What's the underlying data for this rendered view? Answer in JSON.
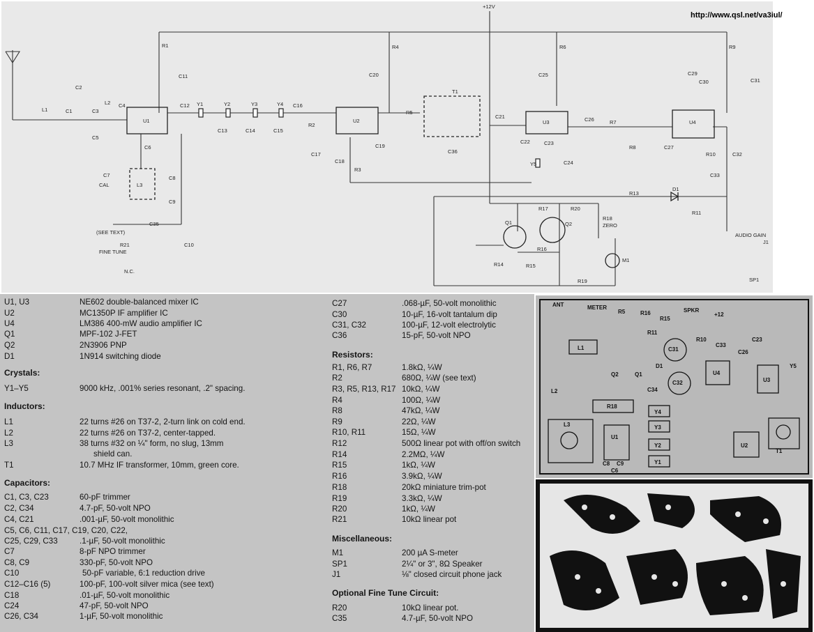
{
  "url": "http://www.qsl.net/va3iul/",
  "schematic": {
    "supply": "+12V",
    "ics": [
      "U1",
      "U2",
      "U3",
      "U4"
    ],
    "crystals": [
      "Y1",
      "Y2",
      "Y3",
      "Y4",
      "Y5"
    ],
    "inductors": [
      "L1",
      "L2",
      "L3"
    ],
    "transformer": "T1",
    "resistors": [
      "R1",
      "R2",
      "R3",
      "R4",
      "R5",
      "R6",
      "R7",
      "R8",
      "R9",
      "R10",
      "R11",
      "R13",
      "R14",
      "R15",
      "R16",
      "R17",
      "R18",
      "R19",
      "R20",
      "R21"
    ],
    "capacitors": [
      "C1",
      "C2",
      "C3",
      "C4",
      "C5",
      "C6",
      "C7",
      "C8",
      "C9",
      "C10",
      "C11",
      "C12",
      "C13",
      "C14",
      "C15",
      "C16",
      "C17",
      "C18",
      "C19",
      "C20",
      "C21",
      "C22",
      "C23",
      "C24",
      "C25",
      "C26",
      "C27",
      "C29",
      "C30",
      "C31",
      "C32",
      "C33",
      "C35",
      "C36"
    ],
    "transistors": [
      "Q1",
      "Q2"
    ],
    "diode": "D1",
    "meter": "M1",
    "speaker": "SP1",
    "jack": "J1",
    "c7_label": "CAL",
    "r21_note": "(SEE TEXT)",
    "r21_label": "FINE TUNE",
    "nc_label": "N.C.",
    "r18_label": "ZERO",
    "r12_label": "AUDIO GAIN"
  },
  "parts_left": {
    "semis": [
      {
        "ref": "U1, U3",
        "val": "NE602 double-balanced mixer IC"
      },
      {
        "ref": "U2",
        "val": "MC1350P IF amplifier IC"
      },
      {
        "ref": "U4",
        "val": "LM386 400-mW audio amplifier IC"
      },
      {
        "ref": "Q1",
        "val": "MPF-102 J-FET"
      },
      {
        "ref": "Q2",
        "val": "2N3906 PNP"
      },
      {
        "ref": "D1",
        "val": "1N914 switching diode"
      }
    ],
    "crystals_heading": "Crystals:",
    "crystals": [
      {
        "ref": "Y1–Y5",
        "val": "9000 kHz, .001% series resonant, .2\" spacing."
      }
    ],
    "inductors_heading": "Inductors:",
    "inductors": [
      {
        "ref": "L1",
        "val": "22 turns #26 on T37-2, 2-turn link on cold end."
      },
      {
        "ref": "L2",
        "val": "22 turns #26 on T37-2, center-tapped."
      },
      {
        "ref": "L3",
        "val": "38 turns #32 on ¼\" form, no slug, 13mm"
      },
      {
        "ref": "",
        "val": "shield can."
      },
      {
        "ref": "T1",
        "val": "10.7 MHz IF transformer, 10mm, green core."
      }
    ],
    "capacitors_heading": "Capacitors:",
    "capacitors": [
      {
        "ref": "C1, C3, C23",
        "val": "60-pF trimmer"
      },
      {
        "ref": "C2, C34",
        "val": "4.7-pF, 50-volt NPO"
      },
      {
        "ref": "C4, C21",
        "val": ".001-µF, 50-volt monolithic"
      },
      {
        "ref": "C5, C6, C11, C17, C19, C20, C22,",
        "val": ""
      },
      {
        "ref": "C25, C29, C33",
        "val": ".1-µF, 50-volt monolithic"
      },
      {
        "ref": "C7",
        "val": "8-pF NPO trimmer"
      },
      {
        "ref": "C8, C9",
        "val": "330-pF, 50-volt NPO"
      },
      {
        "ref": "C10",
        "val": "50-pF variable, 6:1 reduction drive"
      },
      {
        "ref": "C12–C16 (5)",
        "val": "100-pF, 100-volt silver mica (see text)"
      },
      {
        "ref": "C18",
        "val": ".01-µF, 50-volt monolithic"
      },
      {
        "ref": "C24",
        "val": "47-pF, 50-volt NPO"
      },
      {
        "ref": "C26, C34",
        "val": "1-µF, 50-volt monolithic"
      }
    ]
  },
  "parts_right": {
    "capacitors": [
      {
        "ref": "C27",
        "val": ".068-µF, 50-volt monolithic"
      },
      {
        "ref": "C30",
        "val": "10-µF, 16-volt tantalum dip"
      },
      {
        "ref": "C31, C32",
        "val": "100-µF, 12-volt electrolytic"
      },
      {
        "ref": "C36",
        "val": "15-pF, 50-volt NPO"
      }
    ],
    "resistors_heading": "Resistors:",
    "resistors": [
      {
        "ref": "R1, R6, R7",
        "val": "1.8kΩ, ¼W"
      },
      {
        "ref": "R2",
        "val": "680Ω, ¼W (see text)"
      },
      {
        "ref": "R3, R5, R13, R17",
        "val": "10kΩ, ¼W"
      },
      {
        "ref": "R4",
        "val": "100Ω, ¼W"
      },
      {
        "ref": "R8",
        "val": "47kΩ, ¼W"
      },
      {
        "ref": "R9",
        "val": "22Ω, ¼W"
      },
      {
        "ref": "R10, R11",
        "val": "15Ω, ¼W"
      },
      {
        "ref": "R12",
        "val": "500Ω linear pot with off/on switch"
      },
      {
        "ref": "R14",
        "val": "2.2MΩ, ¼W"
      },
      {
        "ref": "R15",
        "val": "1kΩ, ¼W"
      },
      {
        "ref": "R16",
        "val": "3.9kΩ, ¼W"
      },
      {
        "ref": "R18",
        "val": "20kΩ miniature trim-pot"
      },
      {
        "ref": "R19",
        "val": "3.3kΩ, ¼W"
      },
      {
        "ref": "R20",
        "val": "1kΩ, ¼W"
      },
      {
        "ref": "R21",
        "val": "10kΩ linear pot"
      }
    ],
    "misc_heading": "Miscellaneous:",
    "misc": [
      {
        "ref": "M1",
        "val": "200 µA S-meter"
      },
      {
        "ref": "SP1",
        "val": "2¼\" or 3\", 8Ω Speaker"
      },
      {
        "ref": "J1",
        "val": "⅛\" closed circuit phone jack"
      }
    ],
    "fine_heading": "Optional Fine Tune Circuit:",
    "fine": [
      {
        "ref": "R20",
        "val": "10kΩ linear pot."
      },
      {
        "ref": "C35",
        "val": "4.7-µF, 50-volt NPO"
      }
    ]
  },
  "pcb": {
    "labels": [
      "ANT",
      "METER",
      "R5",
      "R16",
      "R15",
      "SPKR",
      "+12",
      "R11",
      "R10",
      "C31",
      "C32",
      "C33",
      "C23",
      "L1",
      "Q2",
      "Q1",
      "D1",
      "C34",
      "U4",
      "U3",
      "Y5",
      "L2",
      "R18",
      "C26",
      "L3",
      "U1",
      "Y4",
      "Y3",
      "Y2",
      "Y1",
      "U2",
      "T1",
      "C8",
      "C9",
      "C6"
    ]
  }
}
